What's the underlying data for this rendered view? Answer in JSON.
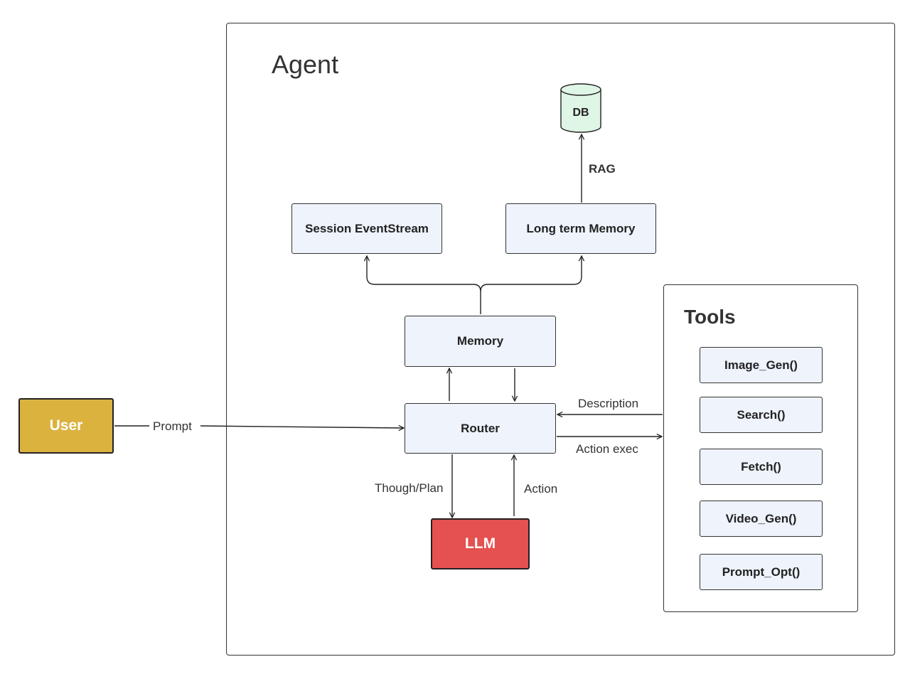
{
  "agent": {
    "title": "Agent"
  },
  "user": {
    "label": "User"
  },
  "prompt": {
    "label": "Prompt"
  },
  "db": {
    "label": "DB"
  },
  "rag": {
    "label": "RAG"
  },
  "session": {
    "label": "Session EventStream"
  },
  "long_term": {
    "label": "Long term Memory"
  },
  "memory": {
    "label": "Memory"
  },
  "router": {
    "label": "Router"
  },
  "llm": {
    "label": "LLM"
  },
  "edges": {
    "plan": "Though/Plan",
    "action": "Action",
    "description": "Description",
    "action_exec": "Action exec"
  },
  "tools": {
    "title": "Tools",
    "items": [
      {
        "label": "Image_Gen()"
      },
      {
        "label": "Search()"
      },
      {
        "label": "Fetch()"
      },
      {
        "label": "Video_Gen()"
      },
      {
        "label": "Prompt_Opt()"
      }
    ]
  },
  "colors": {
    "node_fill": "#eef3fc",
    "user_fill": "#dcb23f",
    "llm_fill": "#e55050",
    "db_fill": "#dff5e6"
  }
}
